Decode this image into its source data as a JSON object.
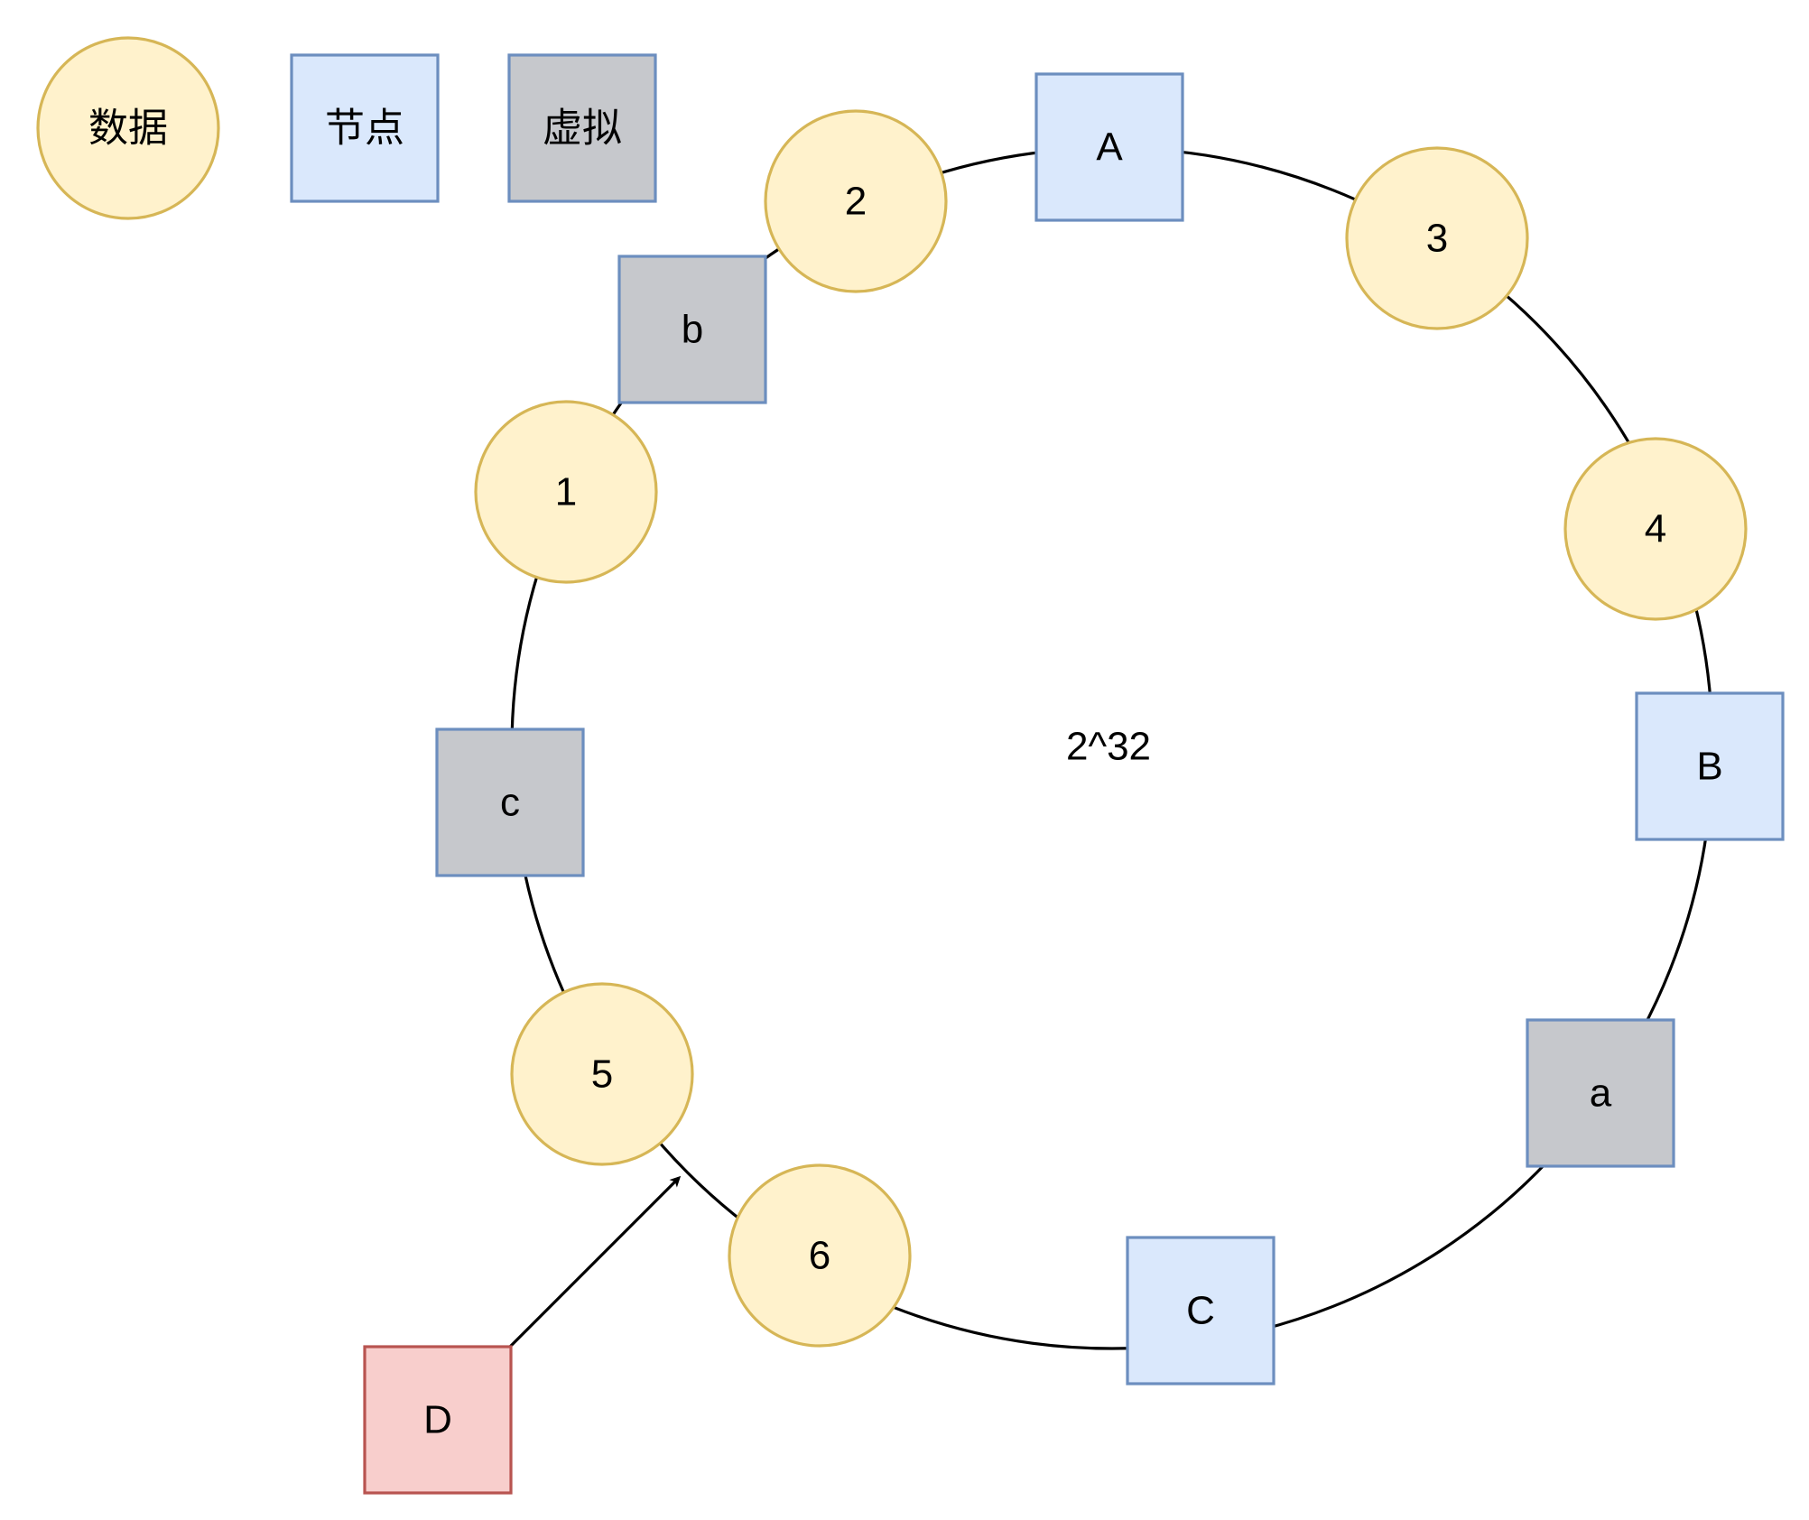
{
  "legend": {
    "data_label": "数据",
    "node_label": "节点",
    "virtual_label": "虚拟"
  },
  "center_label": "2^32",
  "data_items": [
    "1",
    "2",
    "3",
    "4",
    "5",
    "6"
  ],
  "nodes": [
    "A",
    "B",
    "C"
  ],
  "virtual_nodes": [
    "a",
    "b",
    "c"
  ],
  "new_node": "D",
  "colors": {
    "data_fill": "#fff2cc",
    "data_stroke": "#d6b656",
    "node_fill": "#dae8fc",
    "node_stroke": "#6c8ebf",
    "virtual_fill": "#c6c8cc",
    "new_node_fill": "#f8cecc",
    "new_node_stroke": "#b85450"
  }
}
